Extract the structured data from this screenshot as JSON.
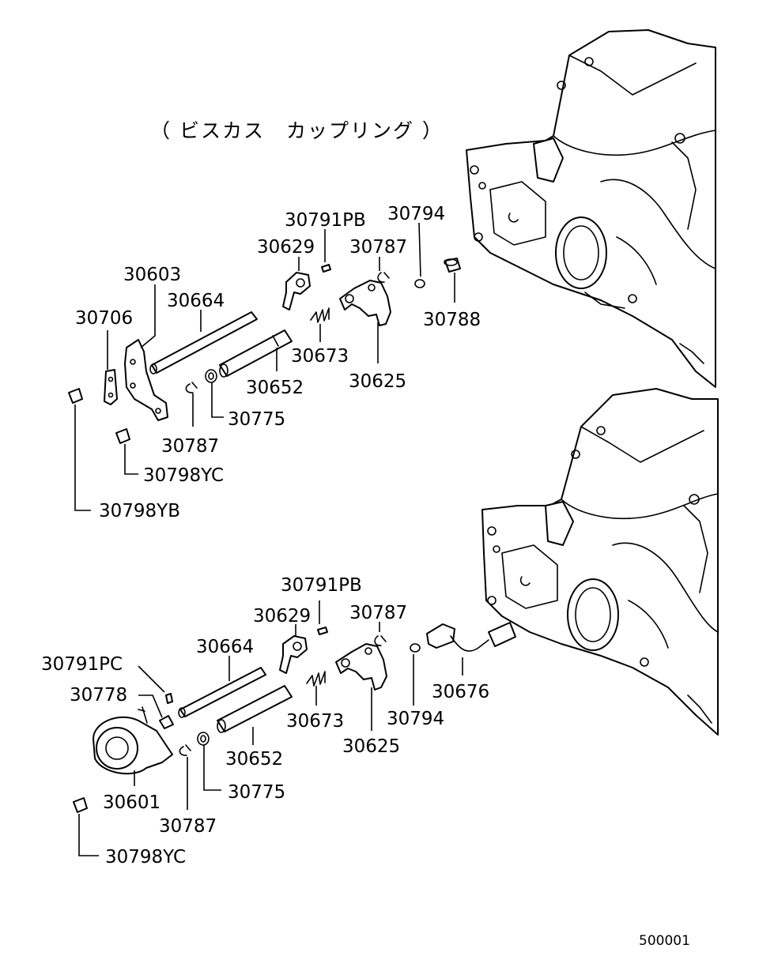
{
  "header": {
    "title": "（ ビスカス　カップリング ）"
  },
  "footer": {
    "code": "500001"
  },
  "upper_labels": [
    "30791PB",
    "30794",
    "30629",
    "30787",
    "30603",
    "30664",
    "30788",
    "30706",
    "30673",
    "30652",
    "30625",
    "30775",
    "30787",
    "30798YC",
    "30798YB"
  ],
  "lower_labels": [
    "30791PB",
    "30629",
    "30787",
    "30664",
    "30791PC",
    "30676",
    "30778",
    "30673",
    "30794",
    "30625",
    "30652",
    "30775",
    "30601",
    "30787",
    "30798YC"
  ]
}
